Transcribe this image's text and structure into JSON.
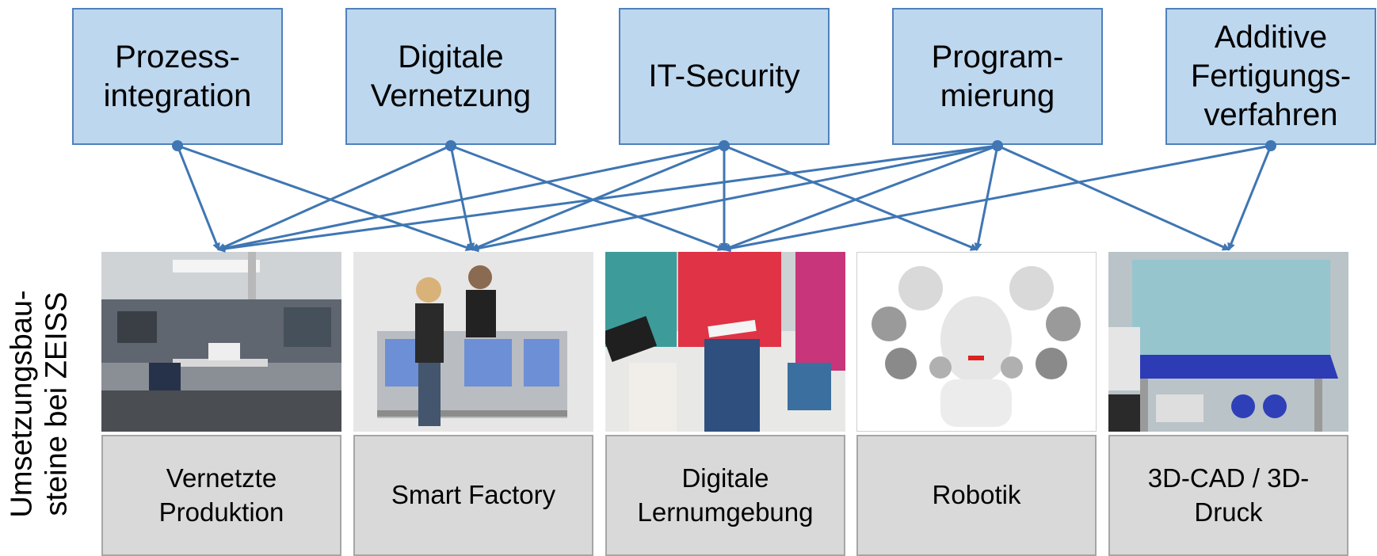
{
  "top_nodes": [
    "Prozess-\nintegration",
    "Digitale\nVernetzung",
    "IT-Security",
    "Program-\nmierung",
    "Additive\nFertigungs-\nverfahren"
  ],
  "bottom_nodes": [
    "Vernetzte\nProduktion",
    "Smart Factory",
    "Digitale\nLernumgebung",
    "Robotik",
    "3D-CAD / 3D-\nDruck"
  ],
  "side_label": "Umsetzungsbau-\nsteine bei ZEISS",
  "images": [
    {
      "name": "production-hall-photo",
      "description_icon": "office-factory"
    },
    {
      "name": "smart-factory-photo",
      "description_icon": "people-with-machine"
    },
    {
      "name": "learning-environment-photo",
      "description_icon": "tablets"
    },
    {
      "name": "robot-photo",
      "description_icon": "dual-arm-robot"
    },
    {
      "name": "3d-printer-photo",
      "description_icon": "printer-enclosure"
    }
  ],
  "connections": [
    [
      0,
      0
    ],
    [
      0,
      1
    ],
    [
      1,
      0
    ],
    [
      1,
      1
    ],
    [
      1,
      2
    ],
    [
      2,
      0
    ],
    [
      2,
      1
    ],
    [
      2,
      2
    ],
    [
      2,
      3
    ],
    [
      3,
      0
    ],
    [
      3,
      1
    ],
    [
      3,
      2
    ],
    [
      3,
      3
    ],
    [
      3,
      4
    ],
    [
      4,
      2
    ],
    [
      4,
      4
    ]
  ],
  "colors": {
    "box_fill": "#bdd7ee",
    "box_border": "#4f81bd",
    "arrow": "#3f76b3",
    "label_fill": "#d9d9d9"
  }
}
